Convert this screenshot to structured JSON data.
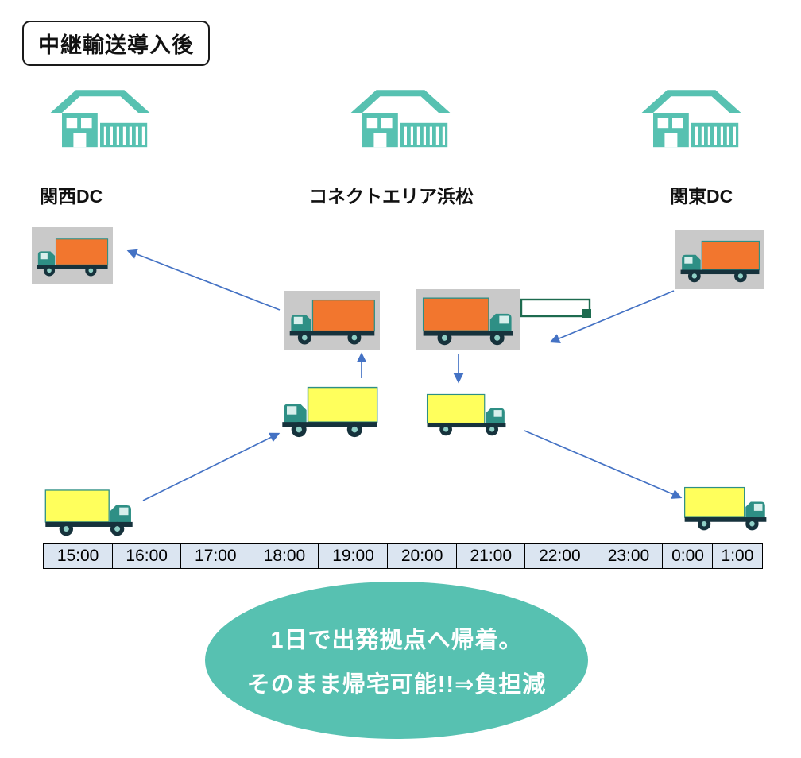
{
  "title": "中継輸送導入後",
  "locations": {
    "kansai": "関西DC",
    "hamamatsu": "コネクトエリア浜松",
    "kanto": "関東DC"
  },
  "trucks": [
    {
      "name": "orange-truck-at-kansai-dc",
      "color": "orange",
      "facing": "left"
    },
    {
      "name": "orange-truck-at-kanto-dc",
      "color": "orange",
      "facing": "left"
    },
    {
      "name": "orange-truck-hamamatsu-west",
      "color": "orange",
      "facing": "left"
    },
    {
      "name": "orange-trailer-hamamatsu-east",
      "color": "orange",
      "facing": "right"
    },
    {
      "name": "yellow-truck-hamamatsu-west",
      "color": "yellow",
      "facing": "left"
    },
    {
      "name": "yellow-truck-hamamatsu-east",
      "color": "yellow",
      "facing": "right"
    },
    {
      "name": "yellow-truck-departure-west",
      "color": "yellow",
      "facing": "right"
    },
    {
      "name": "yellow-truck-return-east",
      "color": "yellow",
      "facing": "right"
    }
  ],
  "icons": {
    "warehouse": "warehouse-icon",
    "truck": "truck-icon"
  },
  "timeline": {
    "cells": [
      "15:00",
      "16:00",
      "17:00",
      "18:00",
      "19:00",
      "20:00",
      "21:00",
      "22:00",
      "23:00",
      "0:00",
      "1:00"
    ]
  },
  "callout": {
    "line1": "1日で出発拠点へ帰着。",
    "line2": "そのまま帰宅可能!!⇒負担減"
  },
  "colors": {
    "teal": "#57c1b1",
    "orange": "#f2762e",
    "yellow": "#ffff5c",
    "arrow_blue": "#4472c4",
    "table_bg": "#dbe5f1",
    "green": "#1d6b4f",
    "truck_dark": "#16323c",
    "cab_teal": "#2e8f85"
  }
}
